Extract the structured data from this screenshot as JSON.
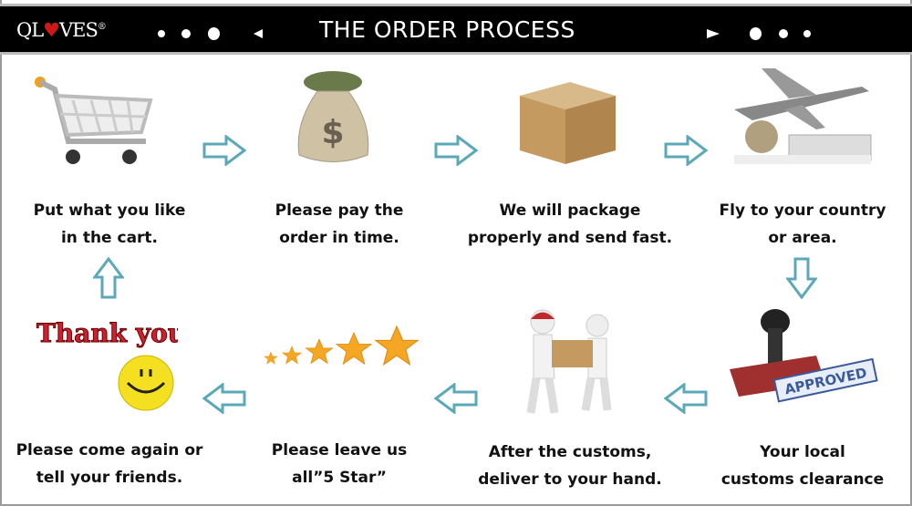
{
  "header": {
    "logo": {
      "prefix": "QL",
      "heart": "♥",
      "suffix": "VES",
      "mark": "®"
    },
    "title": "THE ORDER PROCESS"
  },
  "steps": [
    {
      "icon": "shopping-cart-icon",
      "line1": "Put what you like",
      "line2": "in the cart."
    },
    {
      "icon": "money-bag-icon",
      "line1": "Please pay the",
      "line2": "order in time."
    },
    {
      "icon": "package-box-icon",
      "line1": "We will package",
      "line2": "properly and send fast."
    },
    {
      "icon": "airplane-truck-icon",
      "line1": "Fly to your country",
      "line2": "or area."
    },
    {
      "icon": "approved-stamp-icon",
      "line1": "Your local",
      "line2": "customs clearance"
    },
    {
      "icon": "delivery-men-icon",
      "line1": "After the customs,",
      "line2": "deliver to your hand."
    },
    {
      "icon": "five-stars-icon",
      "line1": "Please leave us",
      "line2": "all”5 Star”"
    },
    {
      "icon": "thank-you-smiley-icon",
      "line1": "Please come again or",
      "line2": "tell your friends."
    }
  ],
  "images": {
    "bag_symbol": "$",
    "thank_you": "Thank you!",
    "stamp": "APPROVED"
  },
  "colors": {
    "arrow": "#5ba8b8",
    "header": "#000000",
    "heart": "#d01818",
    "star": "#f5a623"
  }
}
